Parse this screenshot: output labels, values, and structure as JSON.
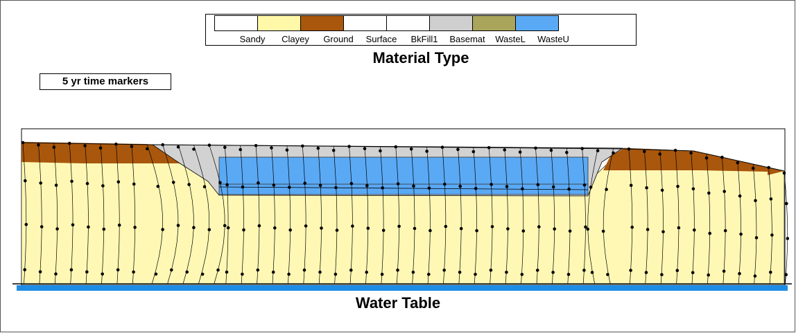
{
  "legend": {
    "items": [
      {
        "label": "Sandy",
        "color": "#ffffff"
      },
      {
        "label": "Clayey",
        "color": "#fff8a8"
      },
      {
        "label": "Ground",
        "color": "#a9570c"
      },
      {
        "label": "Surface",
        "color": "#ffffff"
      },
      {
        "label": "BkFill1",
        "color": "#ffffff"
      },
      {
        "label": "Basemat",
        "color": "#cfcfcf"
      },
      {
        "label": "WasteL",
        "color": "#a9a65c"
      },
      {
        "label": "WasteU",
        "color": "#5aa9f5"
      }
    ],
    "title": "Material Type"
  },
  "time_marker_label": "5 yr time markers",
  "water_table_label": "Water Table",
  "colors": {
    "sandy_fill": "#fff8b4",
    "ground_fill": "#a9570c",
    "backfill_fill": "#d2d2d2",
    "waste_fill": "#5aa9f5",
    "water_table": "#1e8de6"
  }
}
